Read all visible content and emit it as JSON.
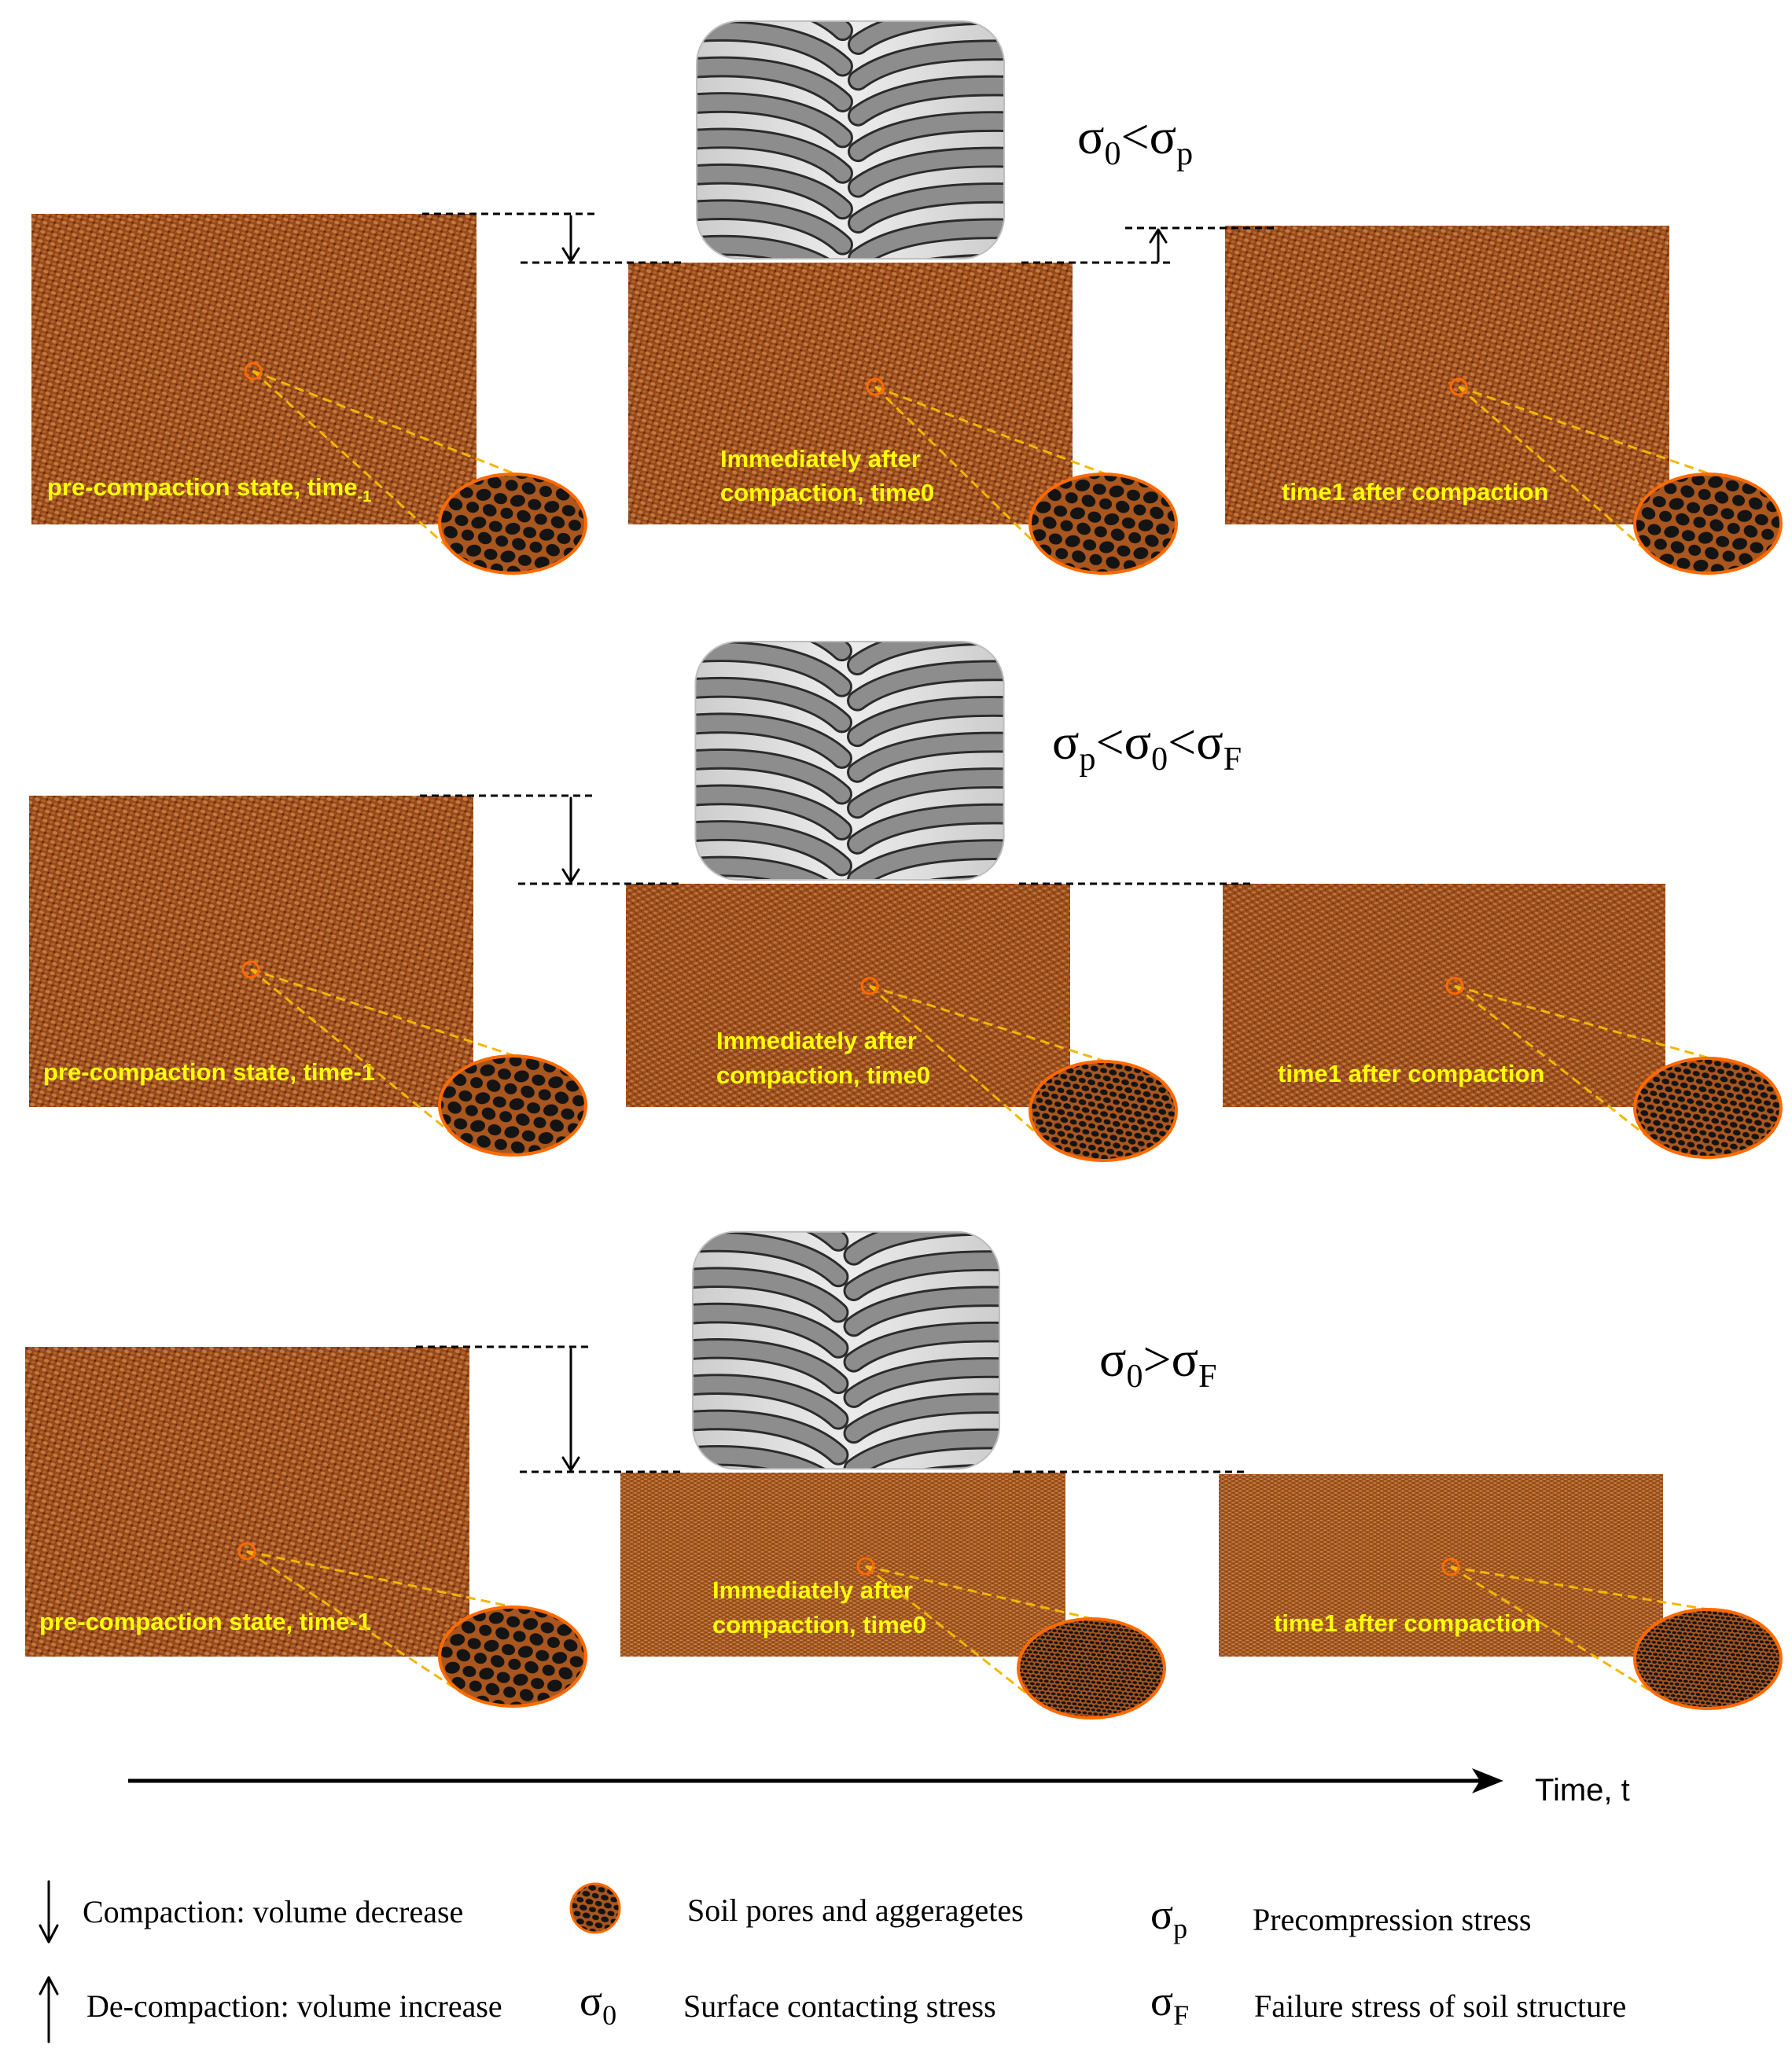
{
  "rows": [
    {
      "condition": [
        {
          "symbol": "σ",
          "sub": "0"
        },
        {
          "op": "<"
        },
        {
          "symbol": "σ",
          "sub": "p"
        }
      ],
      "pre_label": {
        "text": "pre-compaction state, time",
        "sub": "-1"
      },
      "immediate_label": [
        "Immediately after",
        "compaction, time0"
      ],
      "after_label": "time1 after compaction"
    },
    {
      "condition": [
        {
          "symbol": "σ",
          "sub": "p"
        },
        {
          "op": "<"
        },
        {
          "symbol": "σ",
          "sub": "0"
        },
        {
          "op": "<"
        },
        {
          "symbol": "σ",
          "sub": "F"
        }
      ],
      "pre_label": {
        "text": "pre-compaction state, time-1",
        "sub": ""
      },
      "immediate_label": [
        "Immediately after",
        "compaction, time0"
      ],
      "after_label": "time1 after compaction"
    },
    {
      "condition": [
        {
          "symbol": "σ",
          "sub": "0"
        },
        {
          "op": ">"
        },
        {
          "symbol": "σ",
          "sub": "F"
        }
      ],
      "pre_label": {
        "text": "pre-compaction state, time-1",
        "sub": ""
      },
      "immediate_label": [
        "Immediately after",
        "compaction, time0"
      ],
      "after_label": "time1 after compaction"
    }
  ],
  "timeline": {
    "label": "Time, t"
  },
  "legend": {
    "compaction": {
      "icon": "down-arrow-icon",
      "text": "Compaction: volume decrease"
    },
    "decompaction": {
      "icon": "up-arrow-icon",
      "text": "De-compaction: volume increase"
    },
    "pores": {
      "icon": "soil-pores-icon",
      "text": "Soil pores and aggeragetes"
    },
    "stresses": [
      {
        "symbol": "σ",
        "sub": "0",
        "text": "Surface contacting stress"
      },
      {
        "symbol": "σ",
        "sub": "p",
        "text": "Precompression stress"
      },
      {
        "symbol": "σ",
        "sub": "F",
        "text": "Failure stress of soil structure"
      }
    ]
  },
  "colors": {
    "soil": "#9c4e1a",
    "label": "#ffff00",
    "marker": "#ff6a00",
    "connector": "#f2b705",
    "tread": "#8d8d8d",
    "tire": "#dcdcdc"
  }
}
